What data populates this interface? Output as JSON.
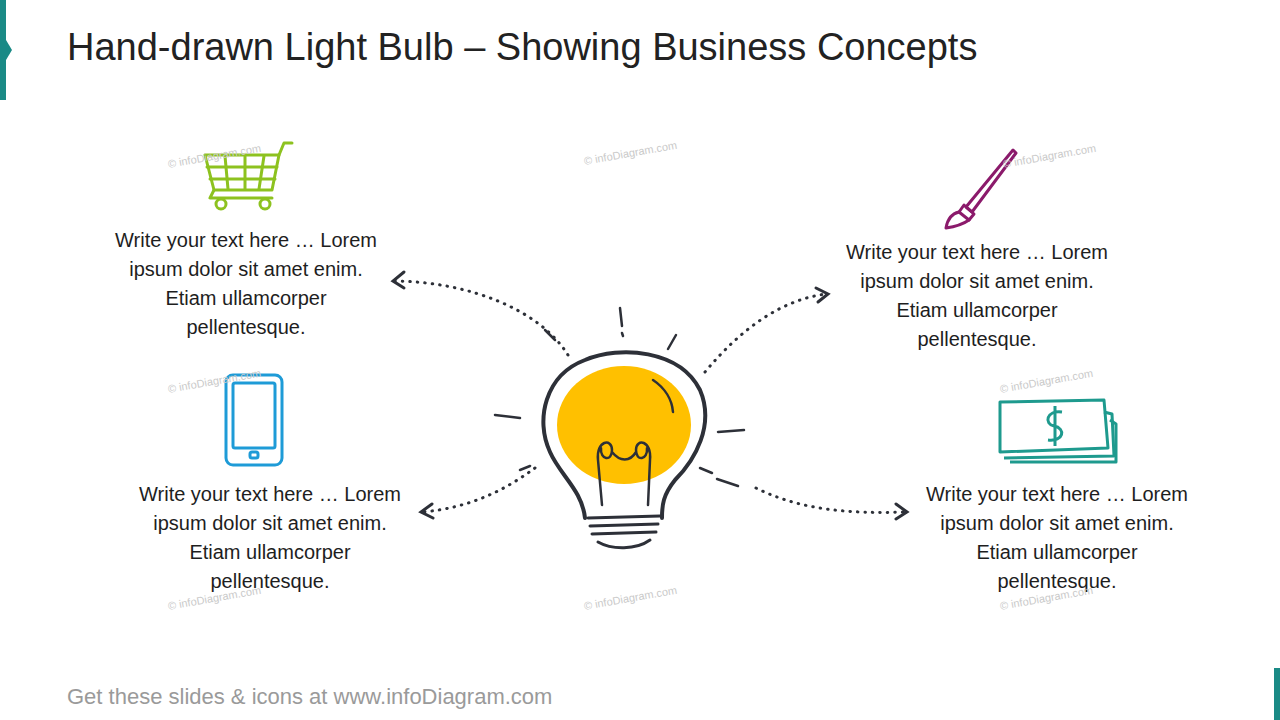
{
  "diagram": {
    "title": "Hand-drawn Light Bulb – Showing Business Concepts",
    "caption": "Get these slides & icons at www.infoDiagram.com",
    "labels": [
      "Write your text here … Lorem ipsum dolor sit amet enim. Etiam ullamcorper pellentesque.",
      "Write your text here … Lorem ipsum dolor sit amet enim. Etiam ullamcorper pellentesque.",
      "Write your text here … Lorem ipsum dolor sit amet enim. Etiam ullamcorper pellentesque.",
      "Write your text here … Lorem ipsum dolor sit amet enim. Etiam ullamcorper pellentesque.",
      "© infoDiagram.com",
      "© infoDiagram.com",
      "© infoDiagram.com",
      "© infoDiagram.com",
      "© infoDiagram.com",
      "© infoDiagram.com",
      "© infoDiagram.com",
      "© infoDiagram.com"
    ]
  }
}
